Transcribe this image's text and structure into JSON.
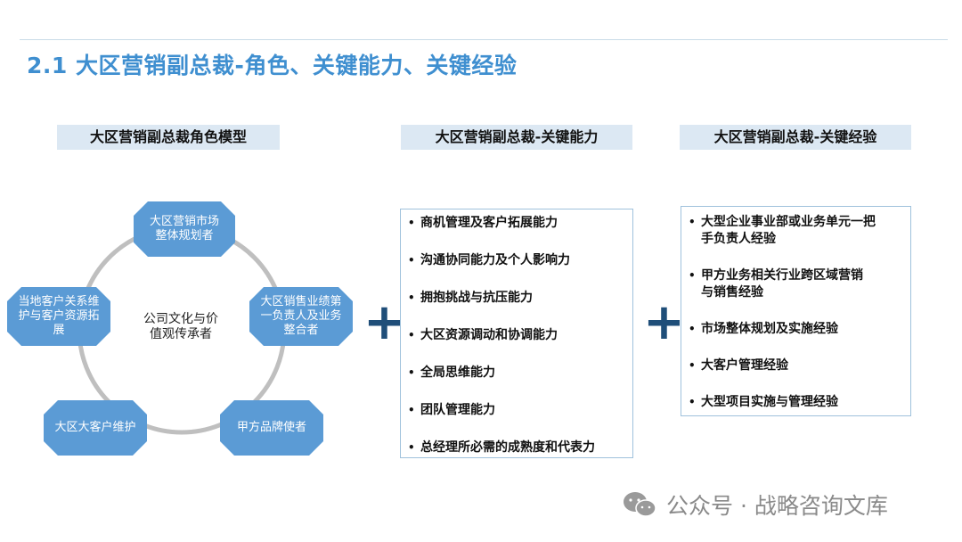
{
  "title": "2.1 大区营销副总裁-角色、关键能力、关键经验",
  "headers": {
    "role_model": "大区营销副总裁角色模型",
    "abilities": "大区营销副总裁-关键能力",
    "experience": "大区营销副总裁-关键经验"
  },
  "role_model": {
    "center": [
      "公司文化与价",
      "值观传承者"
    ],
    "nodes": [
      {
        "id": "top",
        "lines": [
          "大区营销市场",
          "整体规划者"
        ]
      },
      {
        "id": "right",
        "lines": [
          "大区销售业绩第",
          "一负责人及业务",
          "整合者"
        ]
      },
      {
        "id": "bottom-right",
        "lines": [
          "甲方品牌使者"
        ]
      },
      {
        "id": "bottom-left",
        "lines": [
          "大区大客户维护"
        ]
      },
      {
        "id": "left",
        "lines": [
          "当地客户关系维",
          "护与客户资源拓",
          "展"
        ]
      }
    ],
    "node_color": "#5b9bd5",
    "ring_color": "#bfbfbf"
  },
  "operators": {
    "plus1": "+",
    "plus2": "+"
  },
  "abilities": [
    "商机管理及客户拓展能力",
    "沟通协同能力及个人影响力",
    "拥抱挑战与抗压能力",
    "大区资源调动和协调能力",
    "全局思维能力",
    "团队管理能力",
    "总经理所必需的成熟度和代表力"
  ],
  "experience": [
    [
      "大型企业事业部或业务单元一把",
      "手负责人经验"
    ],
    [
      "甲方业务相关行业跨区域营销",
      "与销售经验"
    ],
    [
      "市场整体规划及实施经验"
    ],
    [
      "大客户管理经验"
    ],
    [
      "大型项目实施与管理经验"
    ]
  ],
  "watermark": "公众号 · 战略咨询文库",
  "colors": {
    "title": "#3f8fd0",
    "header_bg": "#dce8f3",
    "plus": "#1f4e79",
    "box_border": "#9fc1dc"
  }
}
